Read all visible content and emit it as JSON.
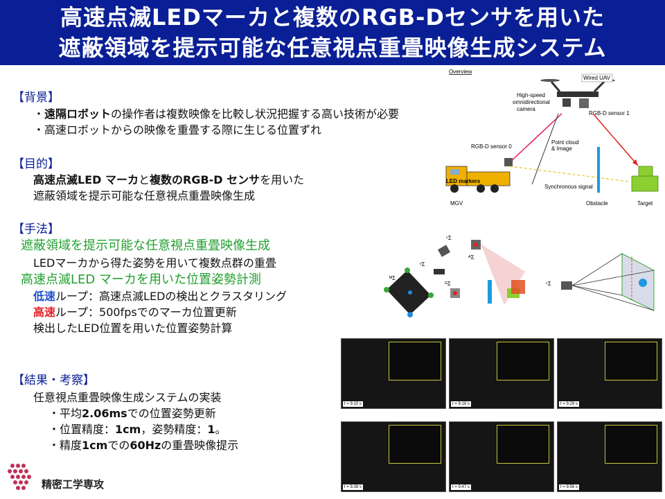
{
  "title": {
    "line1": "高速点滅LEDマーカと複数のRGB-Dセンサを用いた",
    "line2": "遮蔽領域を提示可能な任意視点重畳映像生成システム"
  },
  "background": {
    "heading": "【背景】",
    "bullet1_prefix": "・",
    "bullet1_bold": "遠隔ロボット",
    "bullet1_rest": "の操作者は複数映像を比較し状況把握する高い技術が必要",
    "bullet2": "・高速ロボットからの映像を重畳する際に生じる位置ずれ"
  },
  "purpose": {
    "heading": "【目的】",
    "line1_b1": "高速点滅LED マーカ",
    "line1_t1": "と",
    "line1_b2": "複数のRGB-D センサ",
    "line1_t2": "を用いた",
    "line2": "遮蔽領域を提示可能な任意視点重畳映像生成"
  },
  "method": {
    "heading": "【手法】",
    "sub1": "遮蔽領域を提示可能な任意視点重畳映像生成",
    "sub1_detail": "LEDマーカから得た姿勢を用いて複数点群の重畳",
    "sub2": "高速点滅LED マーカを用いた位置姿勢計測",
    "low_label": "低速",
    "low_rest": "ループ：高速点滅LEDの検出とクラスタリング",
    "high_label": "高速",
    "high_rest": "ループ：500fpsでのマーカ位置更新",
    "detail3": "検出したLED位置を用いた位置姿勢計算"
  },
  "results": {
    "heading": "【結果・考察】",
    "line1": "任意視点重畳映像生成システムの実装",
    "b1_pre": "・平均",
    "b1_bold": "2.06ms",
    "b1_post": "での位置姿勢更新",
    "b2_pre": "・位置精度：",
    "b2_bold1": "1cm",
    "b2_mid": "，姿勢精度：",
    "b2_bold2": "1",
    "b2_post": "。",
    "b3_pre": "・精度",
    "b3_bold1": "1cm",
    "b3_mid": "での",
    "b3_bold2": "60Hz",
    "b3_post": "の重畳映像提示"
  },
  "overview": {
    "label": "Overview",
    "uav": "Wired UAV",
    "camera1": "High-speed",
    "camera2": "omnidirectional",
    "camera3": "camera",
    "sensor1": "RGB-D sensor 1",
    "sensor0": "RGB-D sensor 0",
    "pointcloud1": "Point cloud",
    "pointcloud2": "& Image",
    "led": "LED markers",
    "sync": "Synchronous signal",
    "mgv": "MGV",
    "obstacle": "Obstacle",
    "target": "Target"
  },
  "method_fig": {
    "c_sigma": "ᶜΣ",
    "a_sigma": "ᴬΣ",
    "v_sigma": "ᵛΣ",
    "g_sigma": "ᴳΣ",
    "m_sigma": "ᴹΣ"
  },
  "screenshots": [
    {
      "time": "t = 9.10 s"
    },
    {
      "time": "t = 9.18 s"
    },
    {
      "time": "t = 9.29 s"
    },
    {
      "time": "t = 9.38 s"
    },
    {
      "time": "t = 9.47 s"
    },
    {
      "time": "t = 9.56 s"
    }
  ],
  "logo": {
    "text": "精密工学専攻",
    "icon": "dot-grid-logo-icon"
  },
  "colors": {
    "title_bg": "#0a1f95",
    "heading": "#0a1f95",
    "green": "#22a030",
    "low": "#1c4fd0",
    "high": "#e0202a"
  }
}
